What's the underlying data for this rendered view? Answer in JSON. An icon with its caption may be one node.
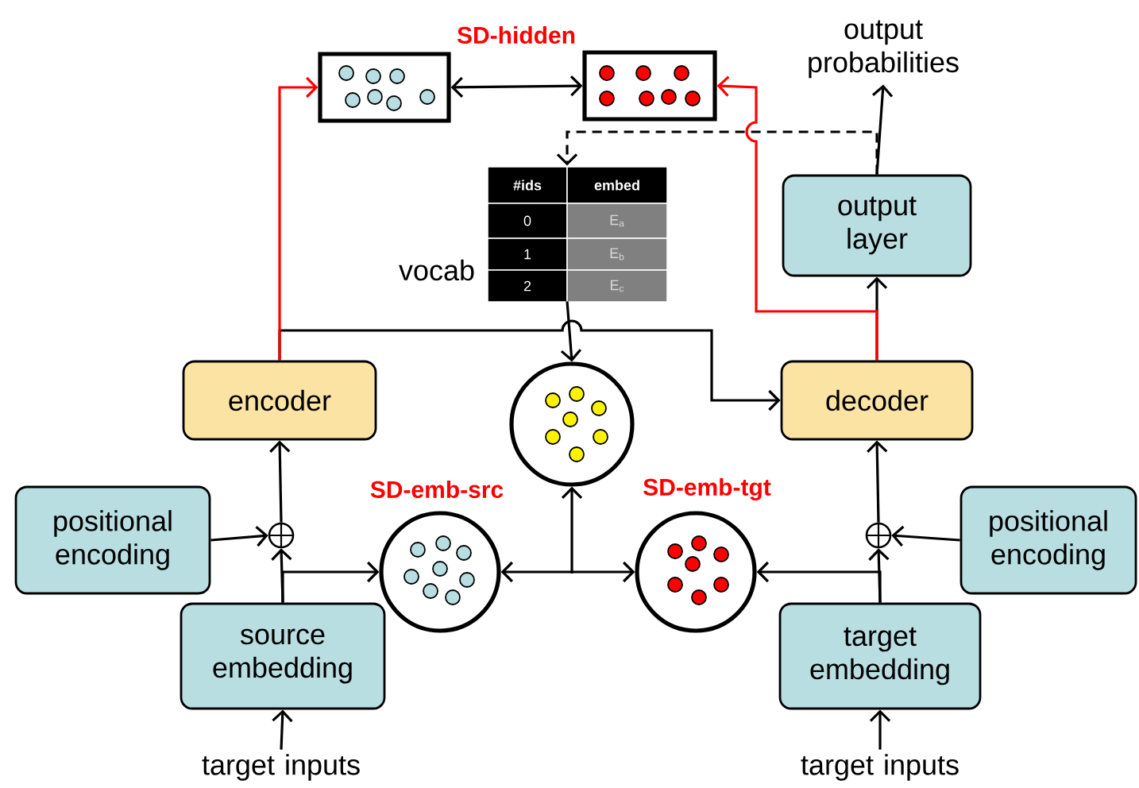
{
  "diagram": {
    "nodes": [
      {
        "text": [],
        "shape": "box"
      },
      {
        "text": [],
        "shape": "box"
      },
      {
        "text": [
          "output probabilities"
        ]
      },
      {
        "text": [
          "#ids",
          "embed",
          "0",
          "E$_{a}$",
          "1",
          "E$_{b}$",
          "2",
          "E$_{c}$"
        ],
        "beside": [
          "vocab"
        ]
      },
      {
        "text": [
          "output layer"
        ]
      },
      {
        "text": [
          "encoder"
        ]
      },
      {
        "text": [],
        "shape": "circle"
      },
      {
        "text": [
          "decoder"
        ]
      },
      {
        "text": [
          "positional encoding"
        ]
      },
      {
        "text": [],
        "shape": "circle"
      },
      {
        "text": [],
        "shape": "circle",
        "beside": [
          "SD-emb-src"
        ]
      },
      {
        "text": [],
        "shape": "circle",
        "beside": [
          "SD-emb-tgt"
        ]
      },
      {
        "text": [],
        "shape": "circle"
      },
      {
        "text": [
          "positional encoding"
        ]
      },
      {
        "text": [
          "source embedding"
        ]
      },
      {
        "text": [
          "target embedding"
        ]
      },
      {
        "text": [
          "target inputs"
        ]
      },
      {
        "text": [
          "target inputs"
        ]
      }
    ],
    "edges": [
      {
        "from": 16,
        "to": 14,
        "arrow": "to"
      },
      {
        "from": 17,
        "to": 15,
        "arrow": "to"
      },
      {
        "from": 14,
        "to": 9,
        "arrow": "to"
      },
      {
        "from": 15,
        "to": 12,
        "arrow": "to"
      },
      {
        "from": 8,
        "to": 9,
        "arrow": "to"
      },
      {
        "from": 13,
        "to": 12,
        "arrow": "to"
      },
      {
        "from": 9,
        "to": 5,
        "arrow": "to"
      },
      {
        "from": 12,
        "to": 7,
        "arrow": "to"
      },
      {
        "from": 14,
        "to": 10,
        "arrow": "to"
      },
      {
        "from": 15,
        "to": 11,
        "arrow": "to"
      },
      {
        "from": 10,
        "to": 11,
        "arrow": "both"
      },
      {
        "from": null,
        "to": 6,
        "arrow": "to"
      },
      {
        "from": 3,
        "to": 6,
        "arrow": "to"
      },
      {
        "from": 5,
        "to": 7,
        "arrow": "to"
      },
      {
        "from": 7,
        "to": 4,
        "arrow": "to"
      },
      {
        "from": 4,
        "to": 2,
        "arrow": "to"
      },
      {
        "from": 4,
        "to": 3,
        "arrow": "to",
        "style": "dashed"
      },
      {
        "from": 0,
        "to": 1,
        "arrow": "both"
      },
      {
        "from": 5,
        "to": 0,
        "arrow": "to",
        "color": "#ff0000"
      },
      {
        "from": 7,
        "to": 1,
        "arrow": "to",
        "color": "#ff0000"
      }
    ],
    "labels": [
      "SD-hidden"
    ]
  }
}
